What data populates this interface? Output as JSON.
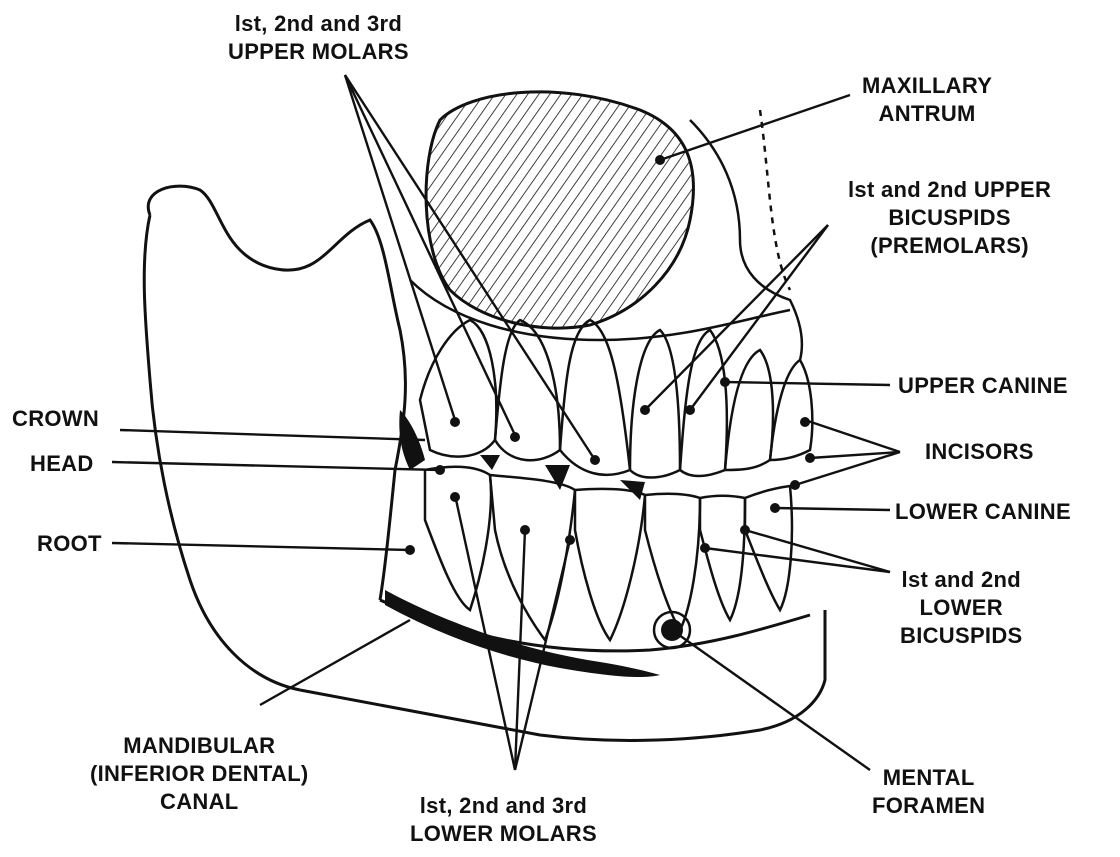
{
  "labels": {
    "upper_molars": [
      "lst, 2nd and 3rd",
      "UPPER MOLARS"
    ],
    "maxillary_antrum": [
      "MAXILLARY",
      "ANTRUM"
    ],
    "upper_bicuspids": [
      "lst and 2nd UPPER",
      "BICUSPIDS",
      "(PREMOLARS)"
    ],
    "upper_canine": [
      "UPPER CANINE"
    ],
    "incisors": [
      "INCISORS"
    ],
    "lower_canine": [
      "LOWER CANINE"
    ],
    "lower_bicuspids": [
      "lst and 2nd",
      "LOWER",
      "BICUSPIDS"
    ],
    "mental_foramen": [
      "MENTAL",
      "FORAMEN"
    ],
    "lower_molars": [
      "lst, 2nd and 3rd",
      "LOWER MOLARS"
    ],
    "mandibular_canal": [
      "MANDIBULAR",
      "(INFERIOR DENTAL)",
      "CANAL"
    ],
    "crown": [
      "CROWN"
    ],
    "head": [
      "HEAD"
    ],
    "root": [
      "ROOT"
    ]
  },
  "colors": {
    "ink": "#111111",
    "paper": "#ffffff"
  }
}
